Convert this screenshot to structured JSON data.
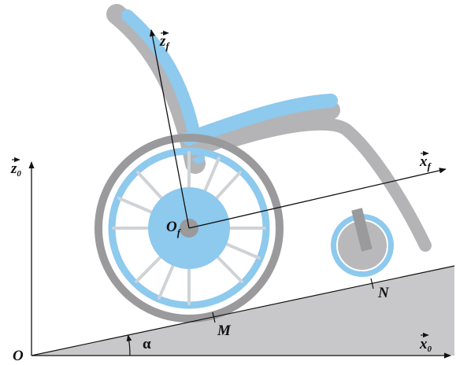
{
  "labels": {
    "z_frame": "z",
    "z_frame_sub": "f",
    "x_frame": "x",
    "x_frame_sub": "f",
    "z_ground": "z",
    "z_ground_sub": "0",
    "x_ground": "x",
    "x_ground_sub": "0",
    "origin_ground": "O",
    "origin_frame": "O",
    "origin_frame_sub": "f",
    "contact_rear": "M",
    "contact_front": "N",
    "angle": "α"
  },
  "colors": {
    "light_blue": "#8ec9ee",
    "grey": "#b4b4b6",
    "dark_grey": "#9a9a9c",
    "ramp": "#c8c8ca",
    "ink": "#111111"
  }
}
